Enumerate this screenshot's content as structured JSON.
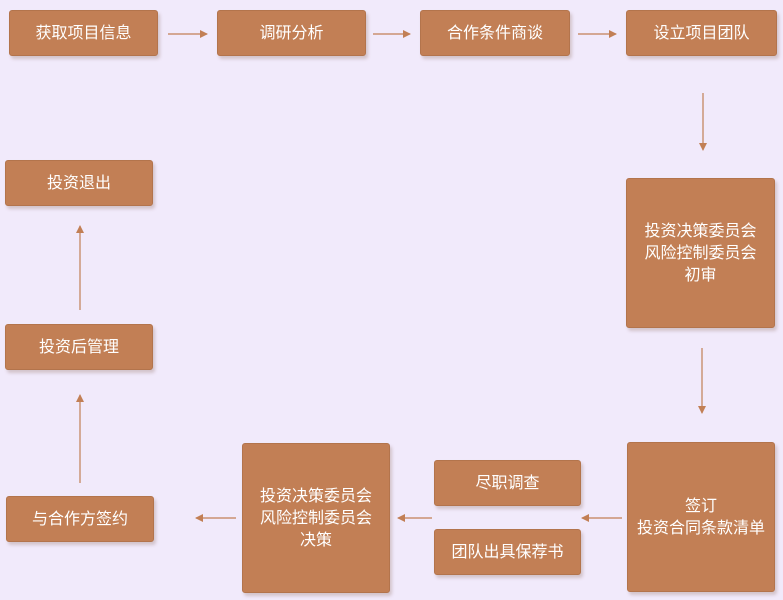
{
  "nodes": {
    "n1": "获取项目信息",
    "n2": "调研分析",
    "n3": "合作条件商谈",
    "n4": "设立项目团队",
    "n5": "投资决策委员会\n风险控制委员会\n初审",
    "n6": "签订\n投资合同条款清单",
    "n7": "尽职调查",
    "n8": "团队出具保荐书",
    "n9": "投资决策委员会\n风险控制委员会\n决策",
    "n10": "与合作方签约",
    "n11": "投资后管理",
    "n12": "投资退出"
  },
  "colors": {
    "background": "#f1eafb",
    "box": "#c27f55",
    "arrow": "#c27f55",
    "text": "#ffffff"
  }
}
